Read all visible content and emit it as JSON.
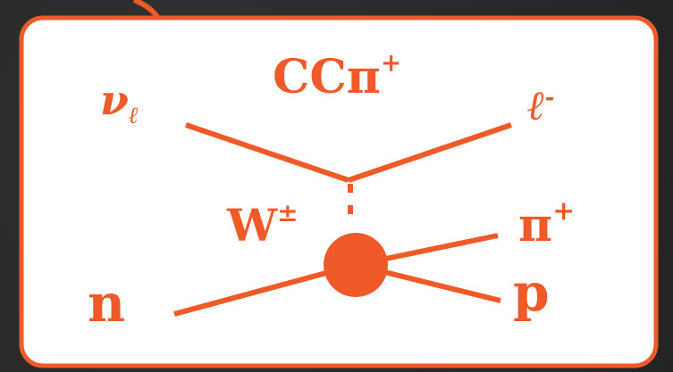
{
  "colors": {
    "accent": "#f05a28",
    "background": "#2b2b2b",
    "box_fill": "#ffffff"
  },
  "diagram": {
    "title": {
      "main": "CCπ",
      "sup": "+"
    },
    "incoming_neutrino": {
      "main": "ν",
      "sub": "ℓ"
    },
    "outgoing_lepton": {
      "main": "ℓ",
      "sup": "-"
    },
    "boson": {
      "main": "W",
      "sup": "±"
    },
    "outgoing_pion": {
      "main": "π",
      "sup": "+"
    },
    "incoming_nucleon": "n",
    "outgoing_proton": "p"
  }
}
